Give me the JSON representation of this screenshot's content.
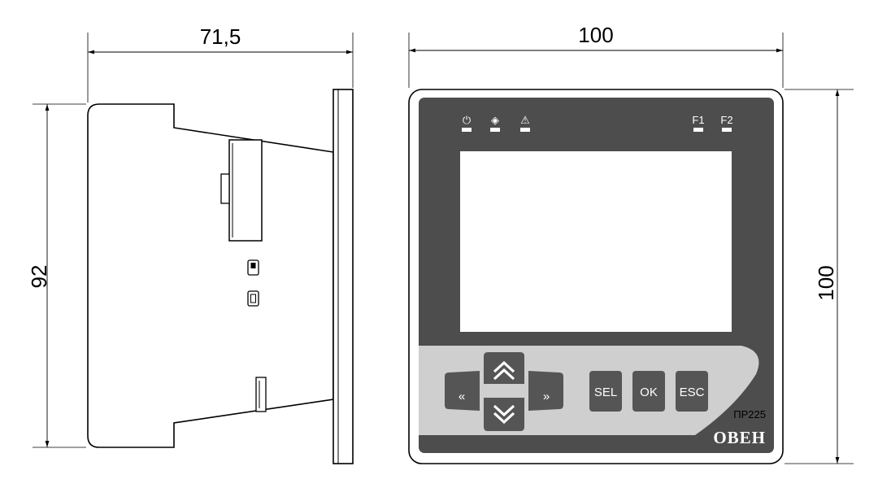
{
  "dimensions": {
    "side_width": "71,5",
    "front_width": "100",
    "side_height": "92",
    "front_height": "100"
  },
  "front_panel": {
    "indicators": [
      {
        "symbol": "⏻",
        "name": "power"
      },
      {
        "symbol": "◈",
        "name": "run"
      },
      {
        "symbol": "⚠",
        "name": "alarm"
      },
      {
        "symbol": "F1",
        "name": "f1"
      },
      {
        "symbol": "F2",
        "name": "f2"
      }
    ],
    "keys": {
      "left": "«",
      "up": "︽",
      "right": "»",
      "down": "︾",
      "sel": "SEL",
      "ok": "OK",
      "esc": "ESC"
    },
    "model": "ПР225",
    "brand": "ОВЕН"
  },
  "colors": {
    "panel_dark": "#4d4d4d",
    "panel_light": "#cfcfcf",
    "key": "#555555",
    "screen": "#ffffff",
    "outline": "#000000"
  }
}
